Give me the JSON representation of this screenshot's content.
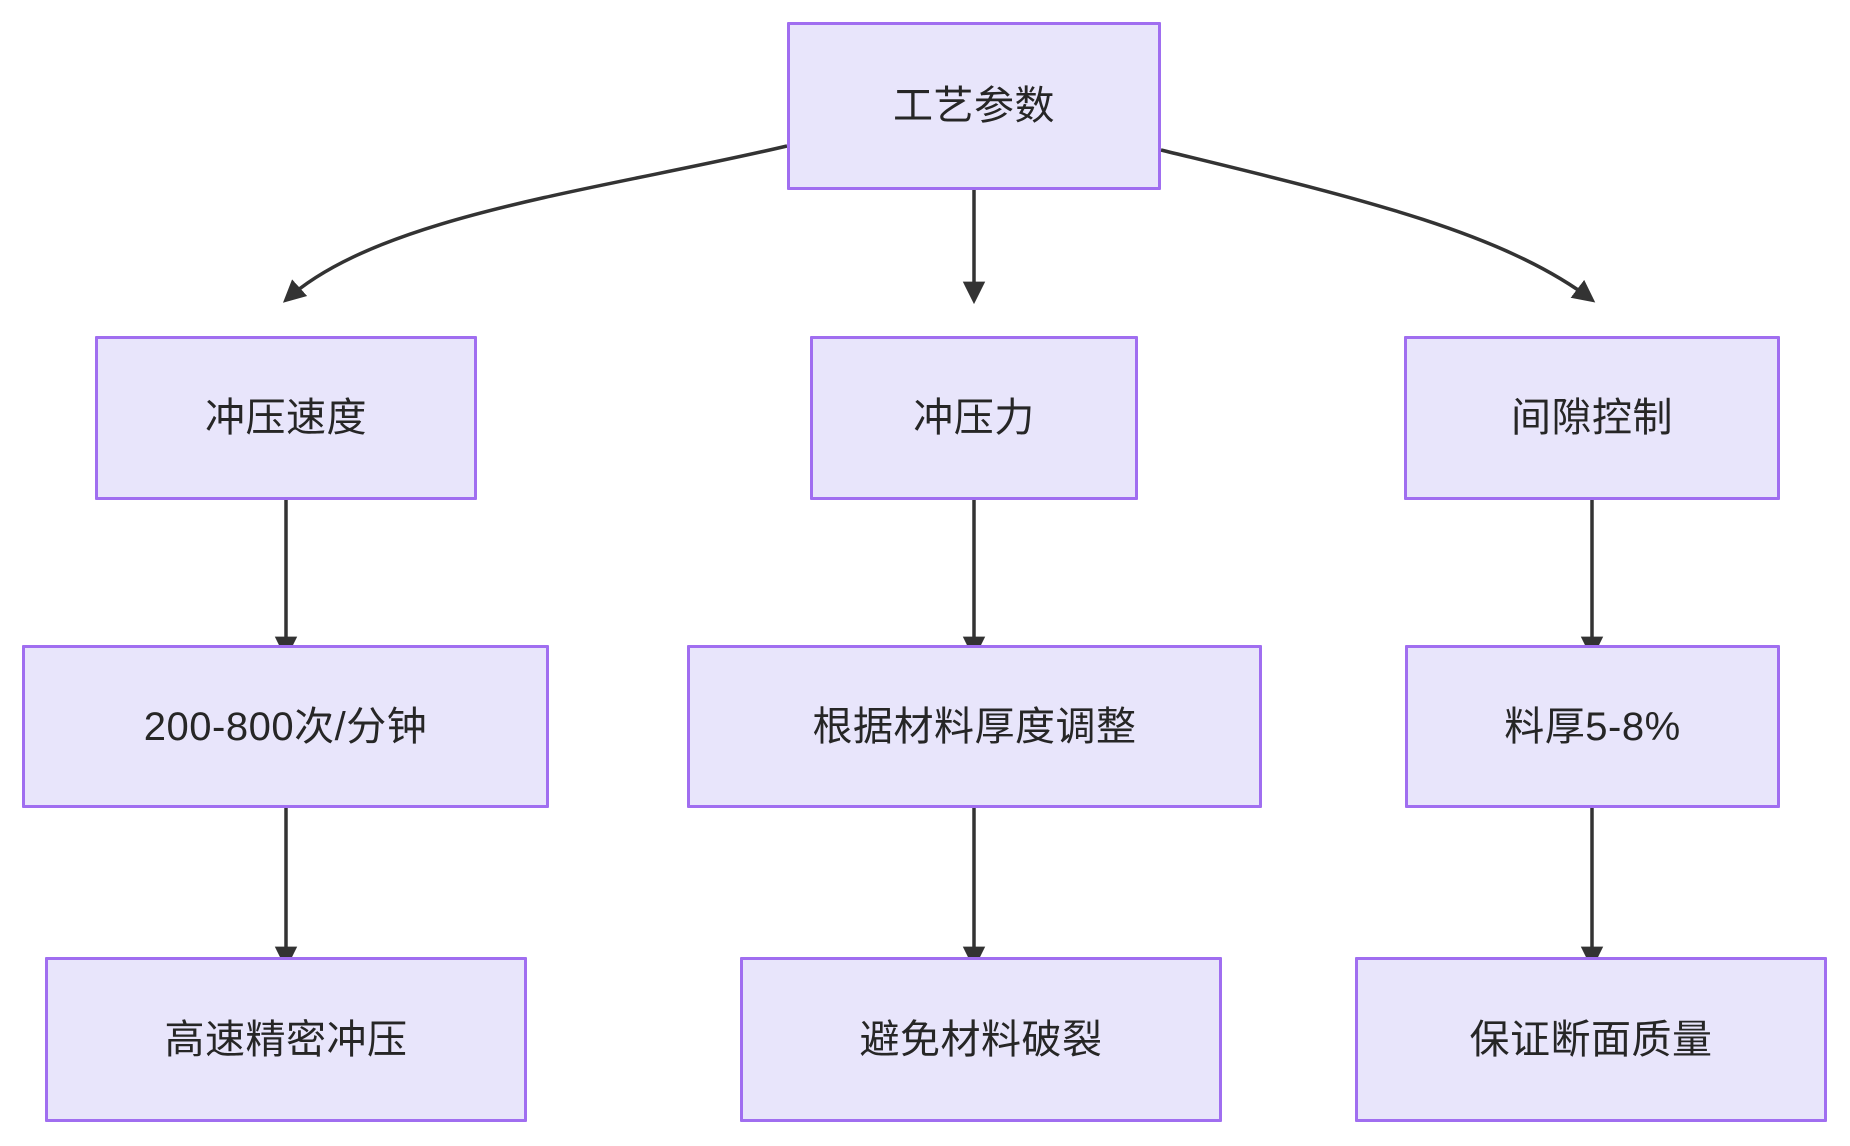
{
  "diagram": {
    "type": "flowchart",
    "direction": "top-down",
    "background_color": "#ffffff",
    "node_fill_color": "#e8e5fb",
    "node_border_color": "#a06ef0",
    "node_text_color": "#262626",
    "edge_color": "#333333",
    "root": {
      "id": "root",
      "label": "工艺参数"
    },
    "branches": [
      {
        "id": "branch-speed",
        "level1_label": "冲压速度",
        "level2_label": "200-800次/分钟",
        "level3_label": "高速精密冲压"
      },
      {
        "id": "branch-force",
        "level1_label": "冲压力",
        "level2_label": "根据材料厚度调整",
        "level3_label": "避免材料破裂"
      },
      {
        "id": "branch-clearance",
        "level1_label": "间隙控制",
        "level2_label": "料厚5-8%",
        "level3_label": "保证断面质量"
      }
    ]
  }
}
